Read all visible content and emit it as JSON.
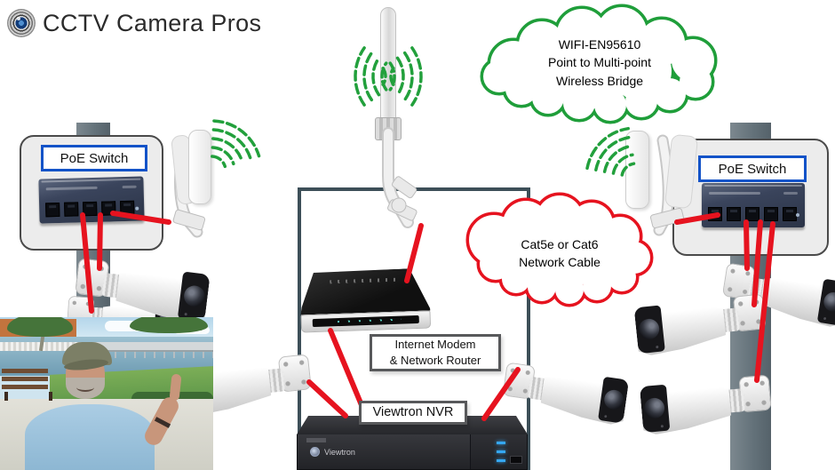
{
  "logo": {
    "text": "CCTV Camera Pros"
  },
  "wifi_cloud": {
    "line1": "WIFI-EN95610",
    "line2": "Point to Multi-point",
    "line3": "Wireless Bridge"
  },
  "cable_cloud": {
    "line1": "Cat5e or Cat6",
    "line2": "Network Cable"
  },
  "left_station": {
    "label": "PoE Switch"
  },
  "right_station": {
    "label": "PoE Switch"
  },
  "modem_label": {
    "line1": "Internet Modem",
    "line2": "& Network Router"
  },
  "nvr_label": {
    "text": "Viewtron NVR"
  },
  "nvr_device": {
    "brand": "Viewtron"
  },
  "colors": {
    "wireless_green": "#1f9e3a",
    "cable_red": "#e6131f",
    "label_border_blue": "#1353c8",
    "diagram_outline": "#3d4f58",
    "pole_gray": "#6d7a82"
  }
}
